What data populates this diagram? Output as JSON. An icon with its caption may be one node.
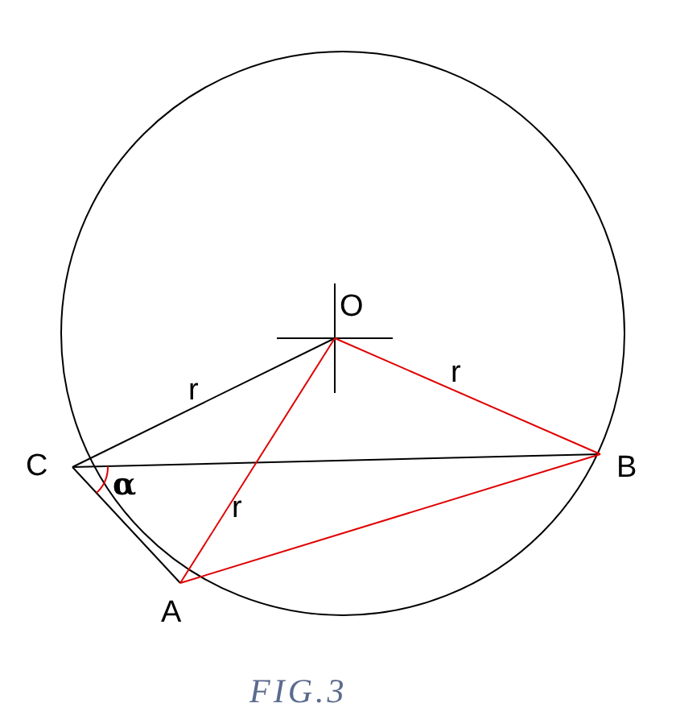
{
  "diagram": {
    "caption": "FIG.3",
    "labels": [
      "O",
      "r",
      "r",
      "C",
      "α",
      "B",
      "r",
      "A"
    ]
  }
}
